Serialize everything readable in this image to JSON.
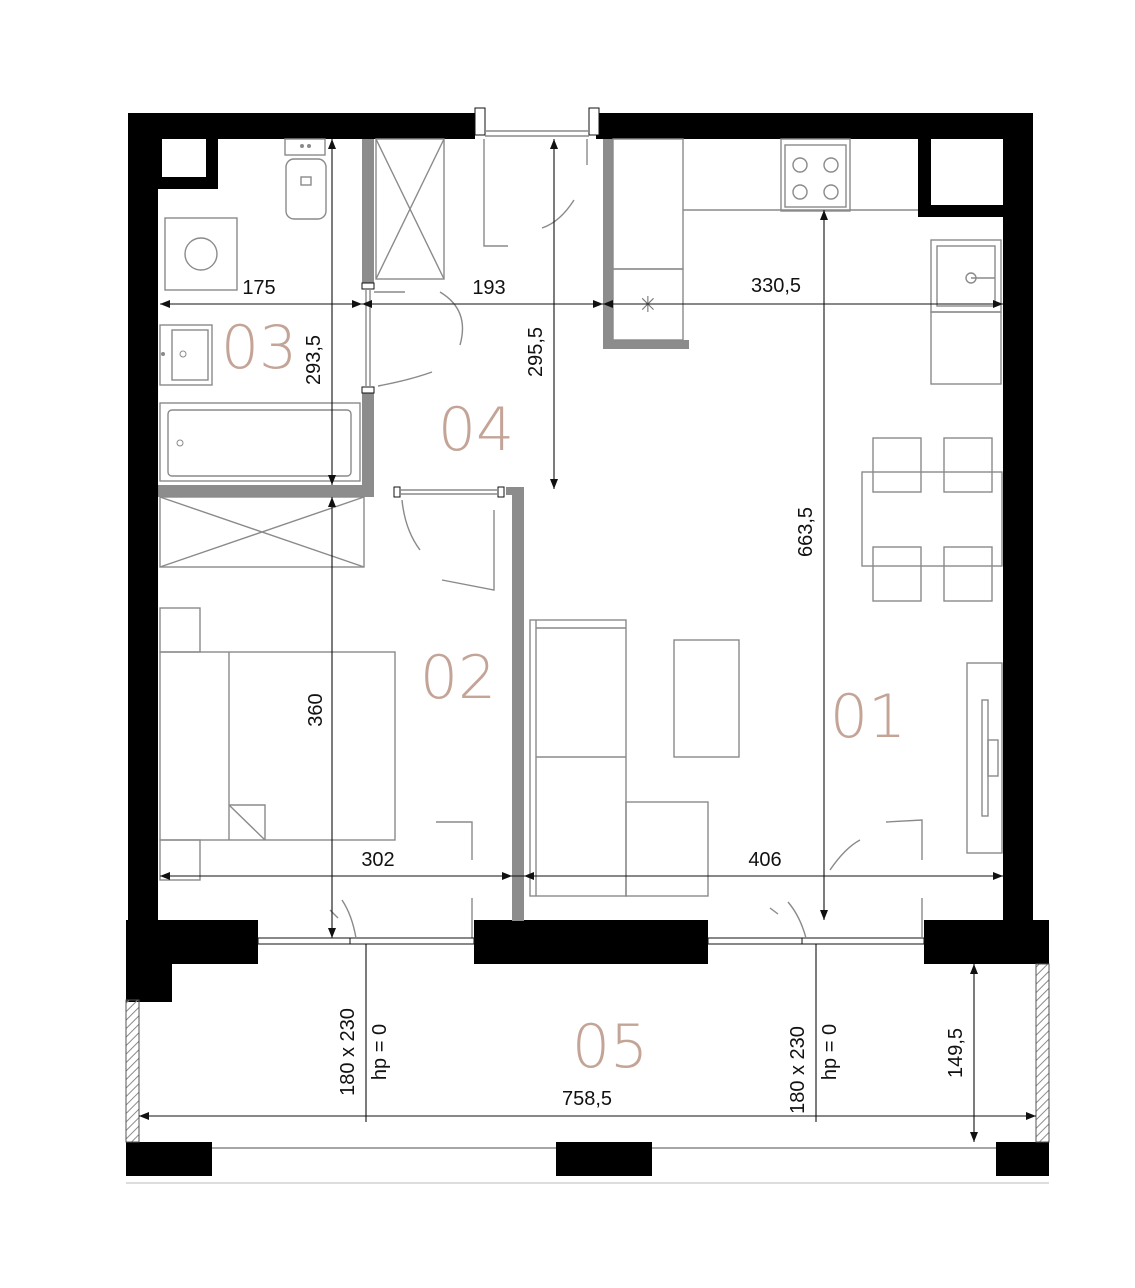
{
  "colors": {
    "wall": "#000000",
    "partition": "#8c8c8c",
    "furniture": "#8a8a8a",
    "room_label": "#c4a497",
    "dimension": "#111111"
  },
  "rooms": [
    {
      "id": "01",
      "label": "01"
    },
    {
      "id": "02",
      "label": "02"
    },
    {
      "id": "03",
      "label": "03"
    },
    {
      "id": "04",
      "label": "04"
    },
    {
      "id": "05",
      "label": "05"
    }
  ],
  "dimensions": {
    "bath_width": "175",
    "hall_width": "193",
    "kitchen_width": "330,5",
    "bath_height": "293,5",
    "hall_height": "295,5",
    "living_height": "663,5",
    "bedroom_height": "360",
    "bedroom_width": "302",
    "living_width": "406",
    "balcony_width": "758,5",
    "balcony_depth": "149,5"
  },
  "doors": [
    {
      "size": "180 x 230",
      "hp": "hp = 0"
    },
    {
      "size": "180 x 230",
      "hp": "hp = 0"
    }
  ],
  "icons": [
    "toilet-icon",
    "washing-machine-icon",
    "washbasin-icon",
    "bathtub-icon",
    "cooktop-icon",
    "kitchen-sink-icon",
    "dining-table-icon",
    "sofa-icon",
    "coffee-table-icon",
    "tv-unit-icon",
    "bed-icon",
    "wardrobe-icon",
    "shower-icon"
  ]
}
